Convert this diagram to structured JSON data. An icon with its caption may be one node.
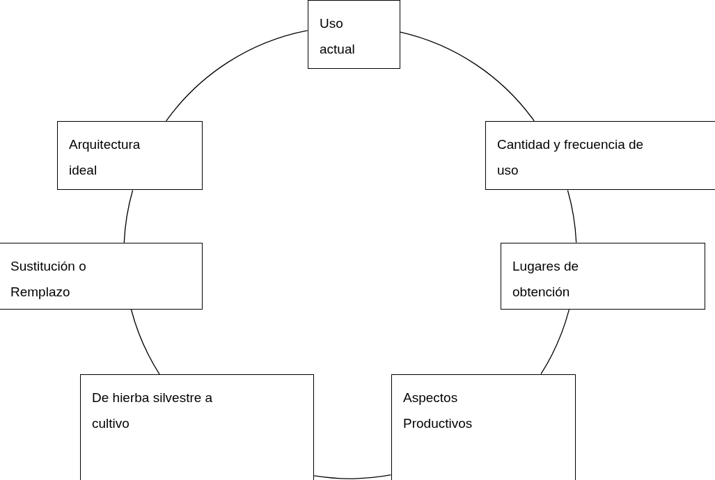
{
  "diagram": {
    "nodes": [
      {
        "text": [
          "Uso actual"
        ]
      },
      {
        "text": [
          "Cantidad y frecuencia de uso"
        ]
      },
      {
        "text": [
          "Lugares de obtención"
        ]
      },
      {
        "text": [
          "Aspectos Productivos"
        ]
      },
      {
        "text": [
          "De hierba silvestre a cultivo"
        ]
      },
      {
        "text": [
          "Sustitución o Remplazo"
        ]
      },
      {
        "text": [
          "Arquitectura ideal"
        ]
      }
    ],
    "edges": [
      {
        "from": 0,
        "to": 1,
        "arrow": "none"
      },
      {
        "from": 1,
        "to": 2,
        "arrow": "none"
      },
      {
        "from": 2,
        "to": 3,
        "arrow": "none"
      },
      {
        "from": 3,
        "to": 4,
        "arrow": "none"
      },
      {
        "from": 4,
        "to": 5,
        "arrow": "none"
      },
      {
        "from": 5,
        "to": 6,
        "arrow": "none"
      },
      {
        "from": 6,
        "to": 0,
        "arrow": "none"
      }
    ]
  }
}
